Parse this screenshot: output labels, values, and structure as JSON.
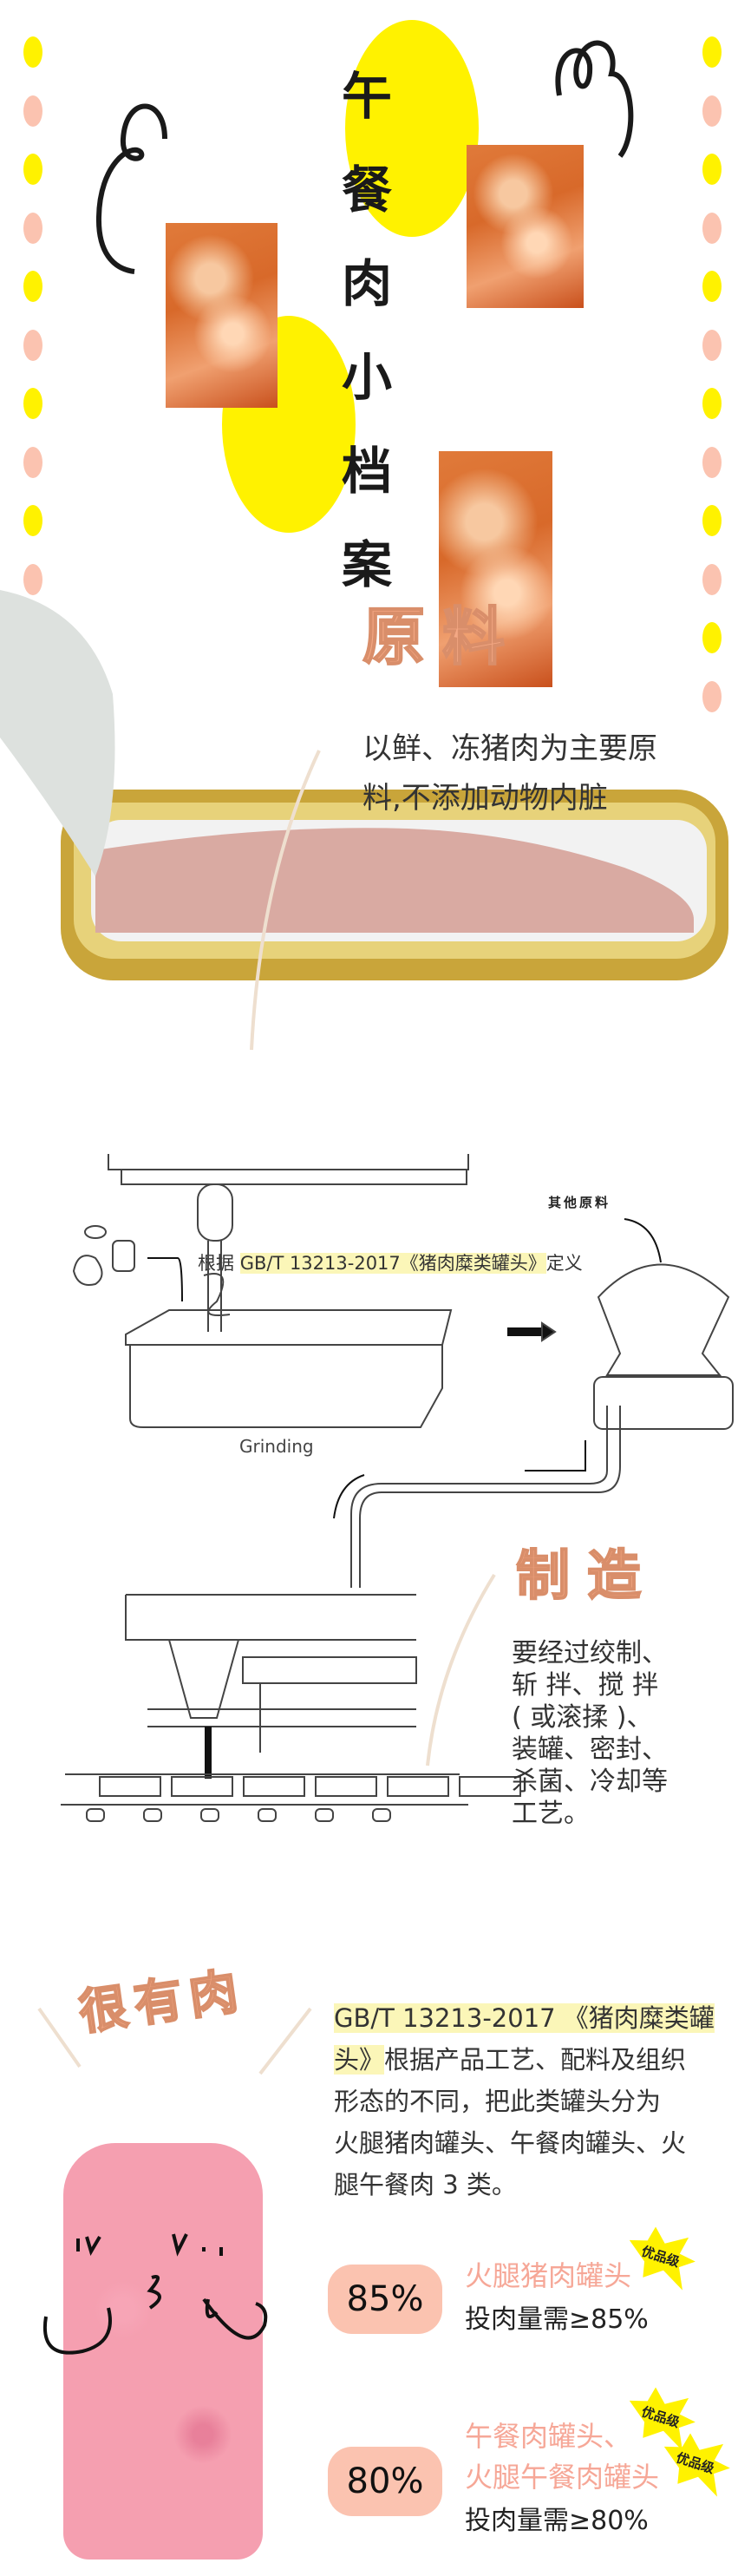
{
  "header": {
    "title_chars": [
      "午",
      "餐",
      "肉",
      "小",
      "档",
      "案"
    ]
  },
  "colors": {
    "yellow": "#fff200",
    "peach": "#fbc3b0",
    "orange_title": "#f4a884",
    "pink_text": "#f6a797"
  },
  "ingredients": {
    "title": "原料",
    "body_lines": [
      "以鲜、冻猪肉为主要原",
      "料,不添加动物内脏"
    ],
    "source_prefix": "根据 ",
    "source_highlight": "GB/T 13213-2017《猪肉糜类罐头》",
    "source_suffix": "定义"
  },
  "manufacturing": {
    "diagram_label_grinding": "Grinding",
    "diagram_label_other": "其他原料",
    "title": "制造",
    "body_lines": [
      "要经过绞制、",
      "斩 拌、搅 拌",
      "( 或滚揉 )、",
      "装罐、密封、",
      "杀菌、冷却等",
      "工艺。"
    ]
  },
  "meat": {
    "title": "很有肉",
    "para_highlight_1": "GB/T 13213-2017 《猪肉糜类罐",
    "para_highlight_2": "头》",
    "para_line2_rest": "根据产品工艺、配料及组织",
    "para_lines": [
      "形态的不同，把此类罐头分为",
      "火腿猪肉罐头、午餐肉罐头、火",
      "腿午餐肉 3 类。"
    ],
    "grades": [
      {
        "percent": "85%",
        "names": [
          "火腿猪肉罐头"
        ],
        "requirement": "投肉量需≥85%",
        "badges": [
          "优品级"
        ]
      },
      {
        "percent": "80%",
        "names": [
          "午餐肉罐头、",
          "火腿午餐肉罐头"
        ],
        "requirement": "投肉量需≥80%",
        "badges": [
          "优品级",
          "优品级"
        ]
      }
    ]
  }
}
